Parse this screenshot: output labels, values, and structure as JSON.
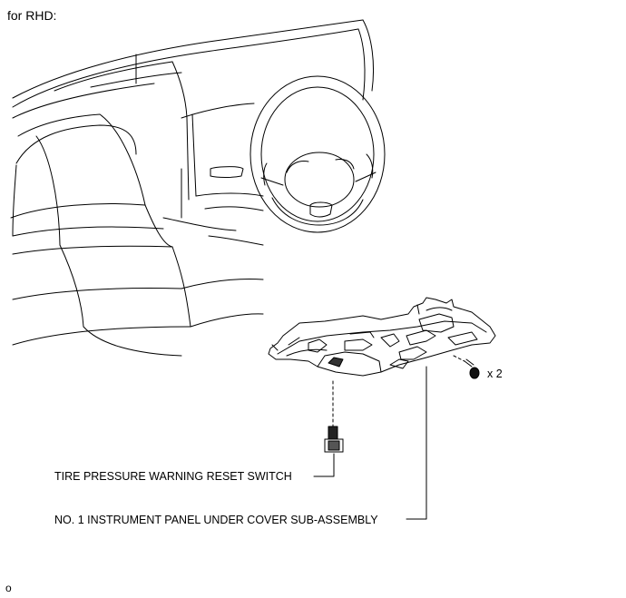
{
  "heading": "for RHD:",
  "labels": {
    "switch": "TIRE PRESSURE WARNING RESET SWITCH",
    "panel": "NO. 1 INSTRUMENT PANEL UNDER COVER SUB-ASSEMBLY",
    "quantity": "x 2"
  },
  "illustration_code": "o"
}
